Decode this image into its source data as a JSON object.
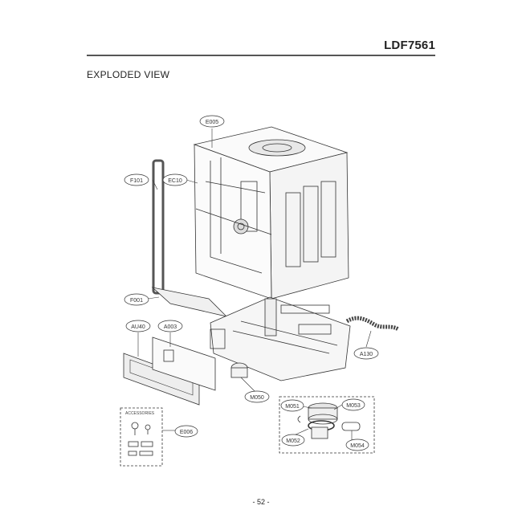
{
  "header": {
    "model": "LDF7561"
  },
  "section": {
    "title": "EXPLODED VIEW"
  },
  "footer": {
    "page": "- 52 -"
  },
  "callouts": {
    "E005": "E005",
    "F101": "F101",
    "EC10": "EC10",
    "F001": "F001",
    "AU40": "AU40",
    "A003": "A003",
    "A130": "A130",
    "M050": "M050",
    "M051": "M051",
    "M053": "M053",
    "M052": "M052",
    "M054": "M054",
    "E006": "E006"
  },
  "accessories": {
    "label": "ACCESSORIES"
  }
}
